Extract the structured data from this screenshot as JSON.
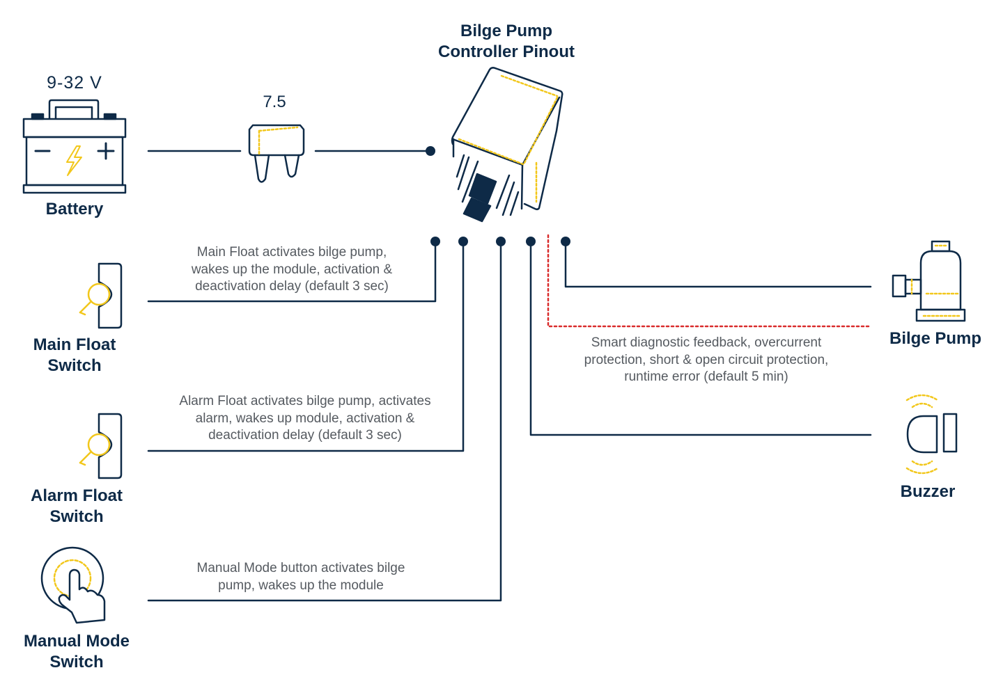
{
  "title": [
    "Bilge Pump",
    "Controller Pinout"
  ],
  "battery": {
    "label": "Battery",
    "voltage": "9-32 V"
  },
  "fuse": {
    "rating": "7.5"
  },
  "main_float": {
    "label": [
      "Main Float",
      "Switch"
    ],
    "description": [
      "Main Float activates bilge pump,",
      "wakes up the module, activation &",
      "deactivation delay (default 3 sec)"
    ]
  },
  "alarm_float": {
    "label": [
      "Alarm Float",
      "Switch"
    ],
    "description": [
      "Alarm Float activates bilge pump, activates",
      "alarm, wakes up module, activation &",
      "deactivation delay (default 3 sec)"
    ]
  },
  "manual_mode": {
    "label": [
      "Manual Mode",
      "Switch"
    ],
    "description": [
      "Manual Mode button activates bilge",
      "pump, wakes up the module"
    ]
  },
  "bilge_pump": {
    "label": "Bilge Pump",
    "description": [
      "Smart diagnostic feedback, overcurrent",
      "protection, short & open circuit protection,",
      "runtime error (default 5 min)"
    ]
  },
  "buzzer": {
    "label": "Buzzer"
  },
  "colors": {
    "navy": "#0e2a47",
    "yellow": "#f2c71b",
    "red": "#d92b2b",
    "gray_text": "#555a60"
  }
}
